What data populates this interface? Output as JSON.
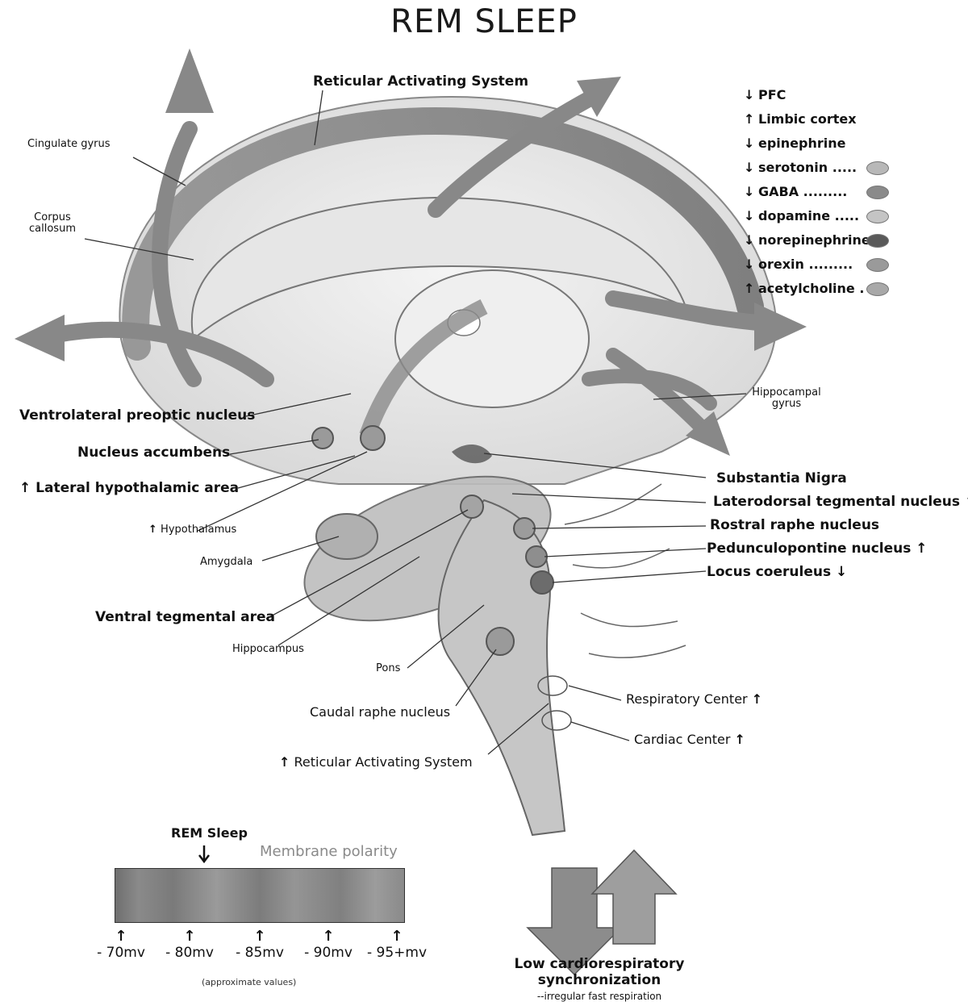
{
  "title": "REM SLEEP",
  "labels": {
    "ras_top": "Reticular Activating System",
    "cingulate": "Cingulate gyrus",
    "corpus": "Corpus callosum",
    "hippocampal_gyrus": "Hippocampal gyrus",
    "vlpo": "Ventrolateral preoptic nucleus",
    "accumbens": "Nucleus accumbens",
    "lateral_hypo": "Lateral hypothalamic area",
    "hypothalamus": "Hypothalamus",
    "amygdala": "Amygdala",
    "vta": "Ventral tegmental area",
    "hippocampus": "Hippocampus",
    "pons": "Pons",
    "caudal_raphe": "Caudal raphe nucleus",
    "ras_bottom": "Reticular Activating System",
    "substantia": "Substantia Nigra",
    "laterodorsal": "Laterodorsal tegmental nucleus",
    "rostral_raphe": "Rostral raphe nucleus",
    "pedunculo": "Pedunculopontine nucleus",
    "locus": "Locus coeruleus",
    "respiratory": "Respiratory Center",
    "cardiac": "Cardiac Center"
  },
  "legend": [
    {
      "arrow": "↓",
      "text": "PFC"
    },
    {
      "arrow": "↑",
      "text": "Limbic cortex"
    },
    {
      "arrow": "↓",
      "text": "epinephrine"
    },
    {
      "arrow": "↓",
      "text": "serotonin .....",
      "color": "#b8b8b8"
    },
    {
      "arrow": "↓",
      "text": "GABA .........",
      "color": "#8a8a8a"
    },
    {
      "arrow": "↓",
      "text": "dopamine .....",
      "color": "#c4c4c4"
    },
    {
      "arrow": "↓",
      "text": "norepinephrine",
      "color": "#5a5a5a"
    },
    {
      "arrow": "↓",
      "text": "orexin .........",
      "color": "#9a9a9a"
    },
    {
      "arrow": "↑",
      "text": "acetylcholine . .",
      "color": "#a8a8a8"
    }
  ],
  "membrane": {
    "rem_label": "REM Sleep",
    "polarity_label": "Membrane polarity",
    "ticks": [
      "- 70mv",
      "- 80mv",
      "- 85mv",
      "- 90mv",
      "- 95+mv"
    ],
    "approx": "(approximate values)"
  },
  "cardio": {
    "line1": "Low cardiorespiratory",
    "line2": "synchronization",
    "line3": "--irregular fast respiration"
  },
  "arrows": {
    "up": "↑",
    "down": "↓"
  }
}
